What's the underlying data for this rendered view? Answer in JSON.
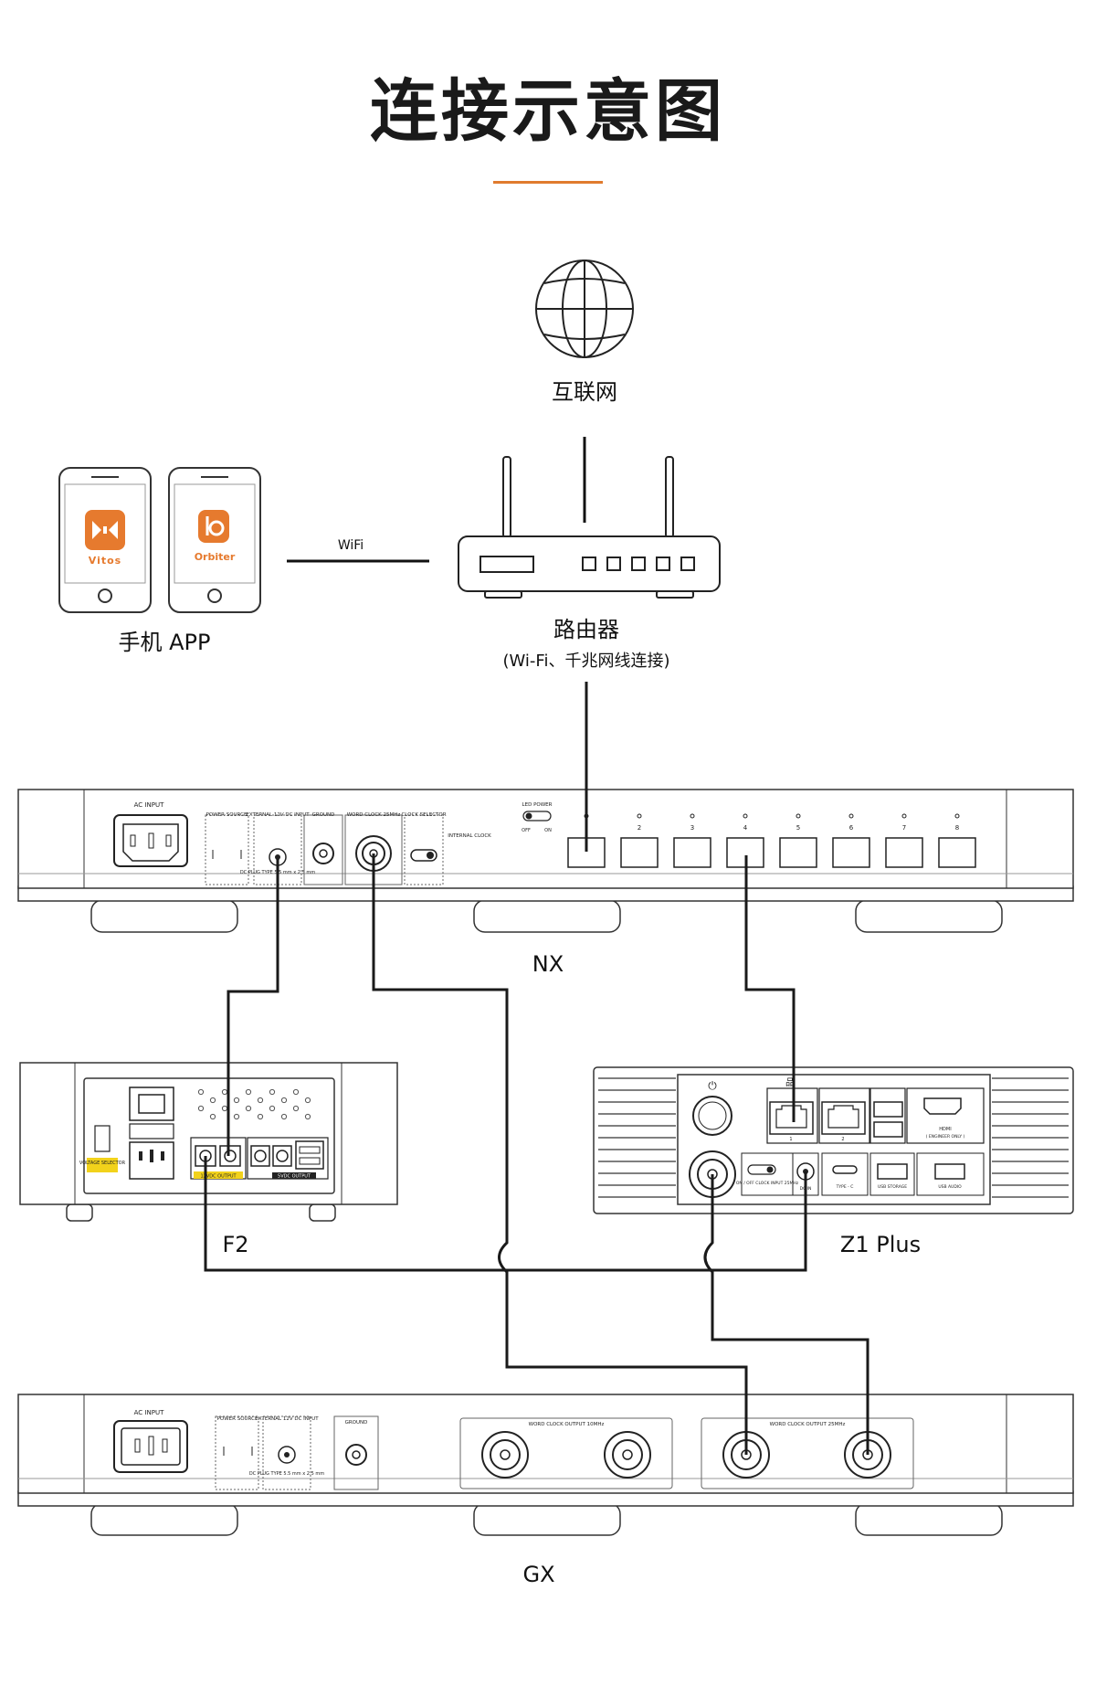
{
  "title": "连接示意图",
  "colors": {
    "accent": "#e07b2e",
    "app_vitos": "#e67a2e",
    "app_orbiter": "#e67a2e",
    "cable": "#1a1a1a",
    "tag_yellow": "#f2d21b"
  },
  "internet": {
    "label": "互联网",
    "icon": "globe-icon"
  },
  "phones": {
    "label": "手机 APP",
    "apps": [
      {
        "name": "Vitos",
        "icon": "vitos-logo-icon"
      },
      {
        "name": "Orbiter",
        "icon": "orbiter-logo-icon"
      }
    ]
  },
  "wifi_label": "WiFi",
  "router": {
    "label": "路由器",
    "sublabel": "(Wi-Fi、千兆网线连接)"
  },
  "nx": {
    "label": "NX",
    "ac_input": "AC INPUT",
    "power_source": "POWER SOURCE",
    "external_dc": "EXTERNAL 12V DC INPUT",
    "dc_plug": "DC PLUG TYPE 5.5 mm x 2.5 mm",
    "ground": "GROUND",
    "word_clock": "WORD CLOCK 25MHz",
    "clock_selector": "CLOCK SELECTOR",
    "internal_clock": "INTERNAL CLOCK",
    "led_power": "LED POWER",
    "off": "OFF",
    "on": "ON",
    "ports": [
      "1",
      "2",
      "3",
      "4",
      "5",
      "6",
      "7",
      "8"
    ]
  },
  "f2": {
    "label": "F2",
    "voltage_selector": "VOLTAGE SELECTOR",
    "dc_output_12": "12VDC OUTPUT",
    "dc_output_5": "5VDC OUTPUT"
  },
  "z1": {
    "label": "Z1 Plus",
    "lan_1": "1",
    "lan_2": "2",
    "hdmi": "HDMI",
    "hdmi_note": "( ENGINEER ONLY )",
    "clock_input": "ON / OFF CLOCK INPUT 25MHz",
    "dc_in": "DC IN",
    "type_c": "TYPE - C",
    "usb_storage": "USB STORAGE",
    "usb_audio": "USB AUDIO"
  },
  "gx": {
    "label": "GX",
    "ac_input": "AC INPUT",
    "power_source": "POWER SOURCE",
    "external_dc": "EXTERNAL 12V DC INPUT",
    "dc_plug": "DC PLUG TYPE 5.5 mm x 2.5 mm",
    "ground": "GROUND",
    "wc_10": "WORD CLOCK OUTPUT 10MHz",
    "wc_25": "WORD CLOCK OUTPUT 25MHz"
  }
}
